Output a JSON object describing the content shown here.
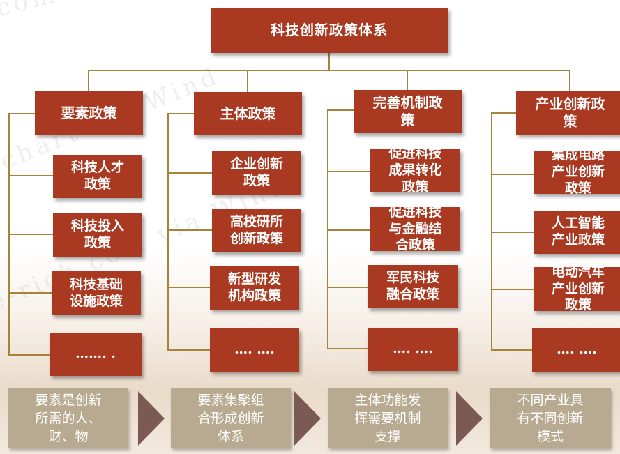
{
  "title": "科技创新政策体系",
  "columns": [
    {
      "header": "要素政策",
      "items": [
        "科技人才\n政策",
        "科技投入\n政策",
        "科技基础\n设施政策",
        "……. ."
      ]
    },
    {
      "header": "主体政策",
      "items": [
        "企业创新\n政策",
        "高校研所\n创新政策",
        "新型研发\n机构政策",
        "…. …."
      ]
    },
    {
      "header": "完善机制政\n策",
      "items": [
        "促进科技\n成果转化\n政策",
        "促进科技\n与金融结\n合政策",
        "军民科技\n融合政策",
        "…. …."
      ]
    },
    {
      "header": "产业创新政\n策",
      "items": [
        "集成电路\n产业创新\n政策",
        "人工智能\n产业政策",
        "电动汽车\n产业创新\n政策",
        "…. …."
      ]
    }
  ],
  "bottom": [
    "要素是创新\n所需的人、\n财、物",
    "要素集聚组\n合形成创新\n体系",
    "主体功能发\n挥需要机制\n支撑",
    "不同产业具\n有不同创新\n模式"
  ],
  "watermarks": [
    "com",
    "chart via Wind",
    "e-rich.com via Wind"
  ],
  "colors": {
    "box": "#a93a21",
    "connector": "#a8823a",
    "bottom": "#b8aa90",
    "arrow": "#7a5a52"
  }
}
